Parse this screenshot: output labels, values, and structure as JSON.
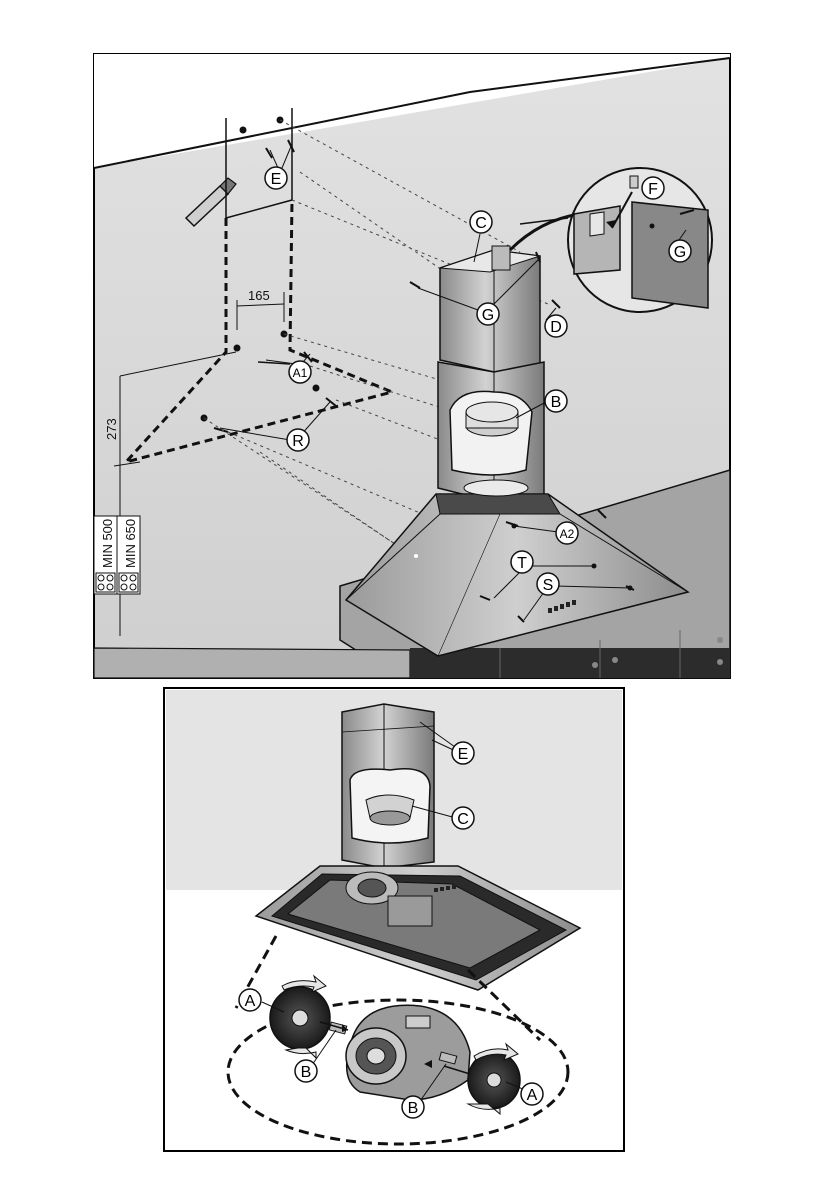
{
  "figure1": {
    "dimensions": {
      "width": "165",
      "height": "273"
    },
    "cooktop_labels": {
      "gas": "MIN 650",
      "electric": "MIN 500"
    },
    "callouts": {
      "E": "E",
      "A1": "A1",
      "R": "R",
      "C": "C",
      "G_top": "G",
      "D": "D",
      "F": "F",
      "G_zoom": "G",
      "B": "B",
      "A2": "A2",
      "T": "T",
      "S": "S"
    }
  },
  "figure2": {
    "callouts": {
      "E": "E",
      "C": "C",
      "A_left": "A",
      "B_left": "B",
      "B_right": "B",
      "A_right": "A"
    }
  },
  "colors": {
    "wall": "#d6d6d6",
    "ceiling": "#ffffff",
    "worktop": "#a9a9a9",
    "steel_light": "#bdbdbd",
    "steel_dark": "#6e6e6e",
    "outline": "#111111"
  }
}
